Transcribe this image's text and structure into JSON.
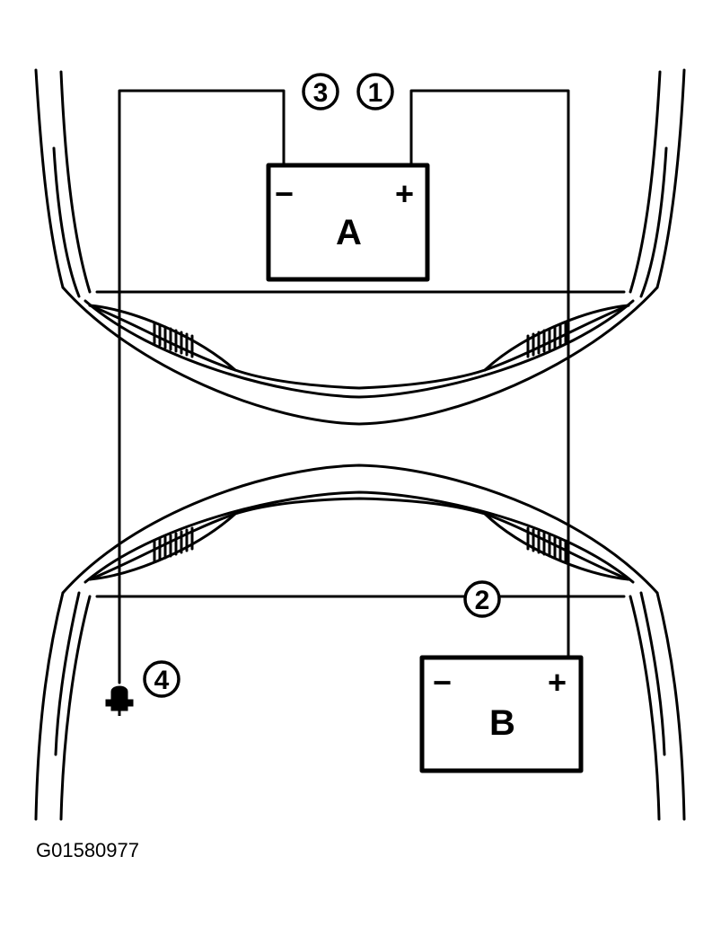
{
  "figure_code": "G01580977",
  "battery_a": {
    "label": "A",
    "negative": "−",
    "positive": "+"
  },
  "battery_b": {
    "label": "B",
    "negative": "−",
    "positive": "+"
  },
  "callouts": {
    "c1": "1",
    "c2": "2",
    "c3": "3",
    "c4": "4"
  }
}
